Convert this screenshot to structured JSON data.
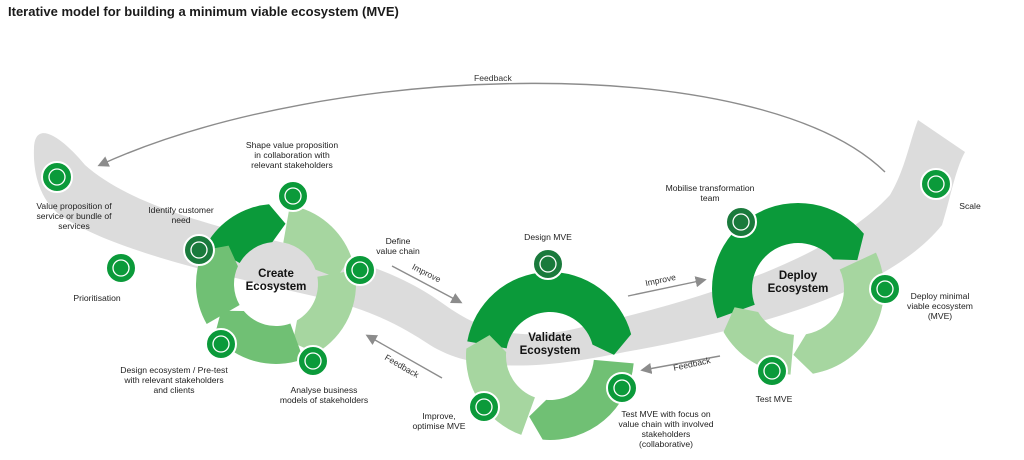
{
  "title": "Iterative model for building a minimum viable ecosystem (MVE)",
  "colors": {
    "dark_green": "#0b9a3a",
    "mid_green": "#70c074",
    "light_green": "#a6d6a0",
    "band_grey": "#dcdcdc",
    "arrow_grey": "#8c8c8c"
  },
  "phases": {
    "create": "Create\nEcosystem",
    "validate": "Validate\nEcosystem",
    "deploy": "Deploy\nEcosystem"
  },
  "flows": {
    "feedback_top": "Feedback",
    "improve_1": "Improve",
    "feedback_1": "Feedback",
    "improve_2": "Improve",
    "feedback_2": "Feedback"
  },
  "steps": {
    "value_proposition": {
      "label": "Value proposition of\nservice or bundle of\nservices",
      "icon": "lightbulb-icon"
    },
    "prioritisation": {
      "label": "Prioritisation",
      "icon": "chess-piece-icon"
    },
    "identify_need": {
      "label": "Identify customer\nneed",
      "icon": "handshake-icon"
    },
    "shape_value": {
      "label": "Shape value proposition\nin collaboration with\nrelevant stakeholders",
      "icon": "network-icon"
    },
    "define_chain": {
      "label": "Define\nvalue chain",
      "icon": "thumbs-up-icon"
    },
    "design_ecosystem": {
      "label": "Design ecosystem / Pre-test\nwith relevant stakeholders\nand clients",
      "icon": "globe-icon"
    },
    "analyse_models": {
      "label": "Analyse business\nmodels of stakeholders",
      "icon": "person-head-icon"
    },
    "design_mve": {
      "label": "Design MVE",
      "icon": "box-icon"
    },
    "improve_optimise": {
      "label": "Improve,\noptimise MVE",
      "icon": "wrench-icon"
    },
    "test_mve_collab": {
      "label": "Test MVE with focus on\nvalue chain with involved\nstakeholders\n(collaborative)",
      "icon": "play-icon"
    },
    "mobilise_team": {
      "label": "Mobilise transformation\nteam",
      "icon": "team-icon"
    },
    "deploy_mve": {
      "label": "Deploy minimal\nviable ecosystem\n(MVE)",
      "icon": "factory-icon"
    },
    "test_mve": {
      "label": "Test MVE",
      "icon": "checkmark-icon"
    },
    "scale": {
      "label": "Scale",
      "icon": "rocket-icon"
    }
  }
}
